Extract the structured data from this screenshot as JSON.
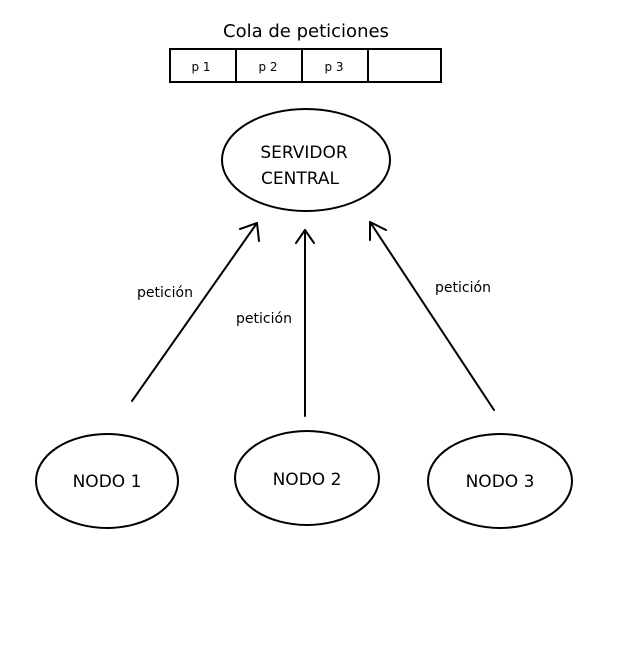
{
  "queue": {
    "title": "Cola de peticiones",
    "cells": [
      "p 1",
      "p 2",
      "p 3",
      ""
    ]
  },
  "server": {
    "line1": "SERVIDOR",
    "line2": "CENTRAL"
  },
  "nodes": [
    {
      "label": "NODO 1"
    },
    {
      "label": "NODO 2"
    },
    {
      "label": "NODO 3"
    }
  ],
  "edges": [
    {
      "from": "NODO 1",
      "to": "SERVIDOR CENTRAL",
      "label": "petición"
    },
    {
      "from": "NODO 2",
      "to": "SERVIDOR CENTRAL",
      "label": "petición"
    },
    {
      "from": "NODO 3",
      "to": "SERVIDOR CENTRAL",
      "label": "petición"
    }
  ]
}
